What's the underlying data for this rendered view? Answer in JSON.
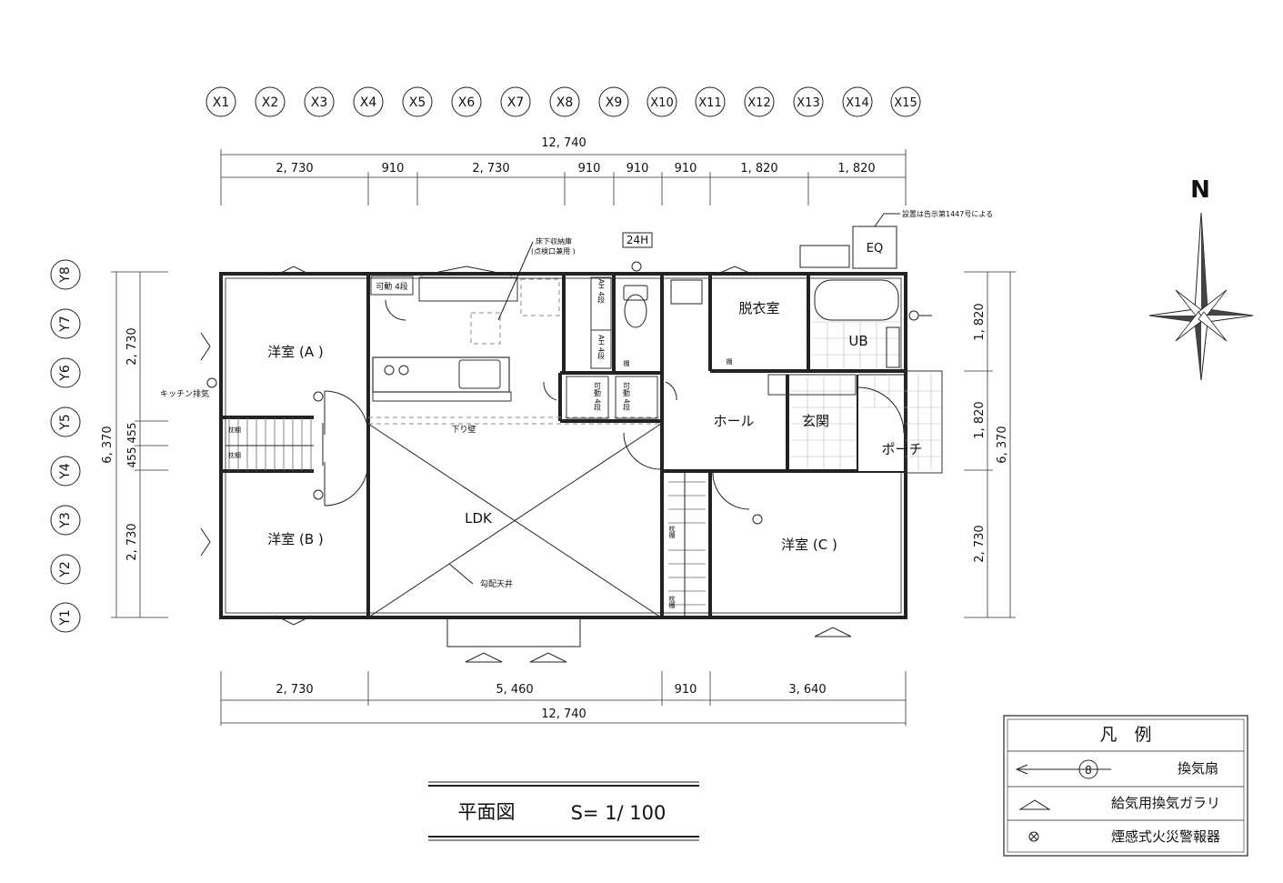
{
  "grid": {
    "x_axes": [
      "X1",
      "X2",
      "X3",
      "X4",
      "X5",
      "X6",
      "X7",
      "X8",
      "X9",
      "X10",
      "X11",
      "X12",
      "X13",
      "X14",
      "X15"
    ],
    "y_axes": [
      "Y8",
      "Y7",
      "Y6",
      "Y5",
      "Y4",
      "Y3",
      "Y2",
      "Y1"
    ]
  },
  "dimensions": {
    "top_total": "12, 740",
    "top_segments": [
      "2, 730",
      "910",
      "2, 730",
      "910",
      "910",
      "910",
      "1, 820",
      "1, 820"
    ],
    "bottom_segments": [
      "2, 730",
      "5, 460",
      "910",
      "3, 640"
    ],
    "bottom_total": "12, 740",
    "left_total": "6, 370",
    "left_segments": [
      "2, 730",
      "455",
      "455",
      "2, 730"
    ],
    "right_total": "6, 370",
    "right_segments": [
      "1, 820",
      "1, 820",
      "2, 730"
    ]
  },
  "rooms": {
    "room_a": "洋室 (A )",
    "room_b": "洋室 (B )",
    "room_c": "洋室 (C )",
    "ldk": "LDK",
    "hall": "ホール",
    "genkan": "玄関",
    "porch": "ポーチ",
    "dressing": "脱衣室",
    "ub": "UB"
  },
  "annotations": {
    "underfloor": "床下収納庫",
    "underfloor_sub": "(点検口兼用 )",
    "vent_24h": "24H",
    "eq": "EQ",
    "eq_note": "設置は告示第1447号による",
    "kitchen_exhaust": "キッチン排気",
    "sagari_kabe": "下り壁",
    "koubai": "勾配天井",
    "kadou_top": "可動 4段",
    "ah_1": "AH 4段",
    "ah_2": "AH 4段",
    "kadou_1": "可動 4段",
    "kadou_2": "可動 4段",
    "makura_1": "枕棚",
    "makura_2": "枕棚",
    "makura_3": "枕棚",
    "makura_4": "枕棚",
    "tana": "棚",
    "tana2": "棚",
    "north": "N"
  },
  "title": {
    "name": "平面図",
    "scale": "S= 1/  100"
  },
  "legend": {
    "title": "凡　例",
    "items": [
      "換気扇",
      "給気用換気ガラリ",
      "煙感式火災警報器"
    ]
  }
}
